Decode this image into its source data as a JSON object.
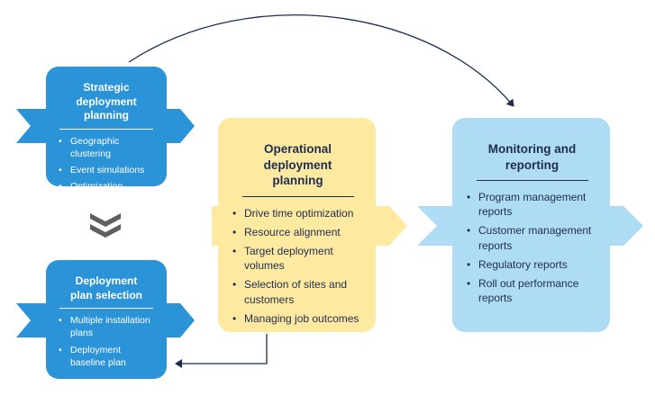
{
  "boxes": {
    "strategic": {
      "title": "Strategic deployment planning",
      "items": [
        "Geographic clustering",
        "Event simulations",
        "Optimization techniques"
      ]
    },
    "selection": {
      "title": "Deployment plan selection",
      "items": [
        "Multiple installation plans",
        "Deployment baseline plan"
      ]
    },
    "operational": {
      "title": "Operational deployment planning",
      "items": [
        "Drive time optimization",
        "Resource alignment",
        "Target deployment volumes",
        "Selection of sites and customers",
        "Managing job outcomes"
      ]
    },
    "monitoring": {
      "title": "Monitoring and reporting",
      "items": [
        "Program management reports",
        "Customer management reports",
        "Regulatory reports",
        "Roll out performance reports"
      ]
    }
  },
  "colors": {
    "dark_blue_box": "#2b93d8",
    "yellow_box": "#fde9a0",
    "light_blue_box": "#aedcf5",
    "navy_text": "#1f2d4f",
    "chevron_grey": "#5f5f5f",
    "connector_line": "#1f2d4f"
  }
}
